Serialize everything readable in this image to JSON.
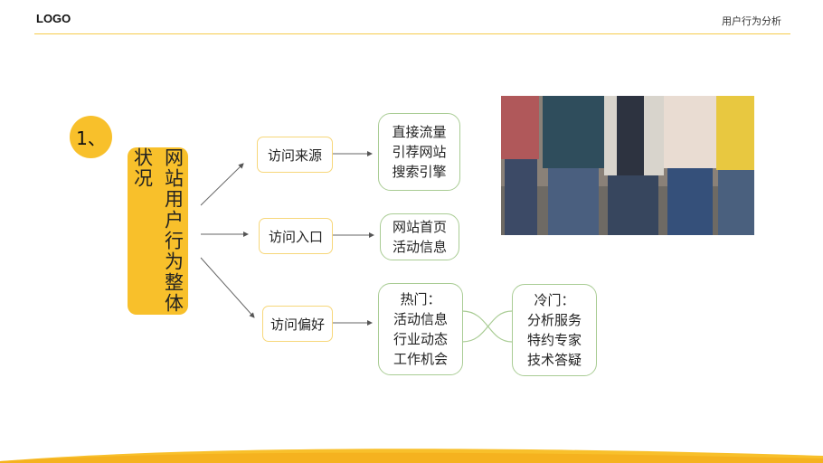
{
  "header": {
    "logo": "LOGO",
    "title": "用户行为分析"
  },
  "section": {
    "number": "1、",
    "main_label": "网站用户行为整体状况"
  },
  "branches": [
    {
      "label": "访问来源",
      "items": [
        "直接流量",
        "引荐网站",
        "搜索引擎"
      ]
    },
    {
      "label": "访问入口",
      "items": [
        "网站首页",
        "活动信息"
      ]
    },
    {
      "label": "访问偏好",
      "items": [
        "热门：",
        "活动信息",
        "行业动态",
        "工作机会"
      ]
    }
  ],
  "cold": {
    "items": [
      "冷门：",
      "分析服务",
      "特约专家",
      "技术答疑"
    ]
  },
  "colors": {
    "accent": "#f8c02b",
    "green_border": "#a9cc94",
    "yellow_border": "#f7d77a"
  }
}
